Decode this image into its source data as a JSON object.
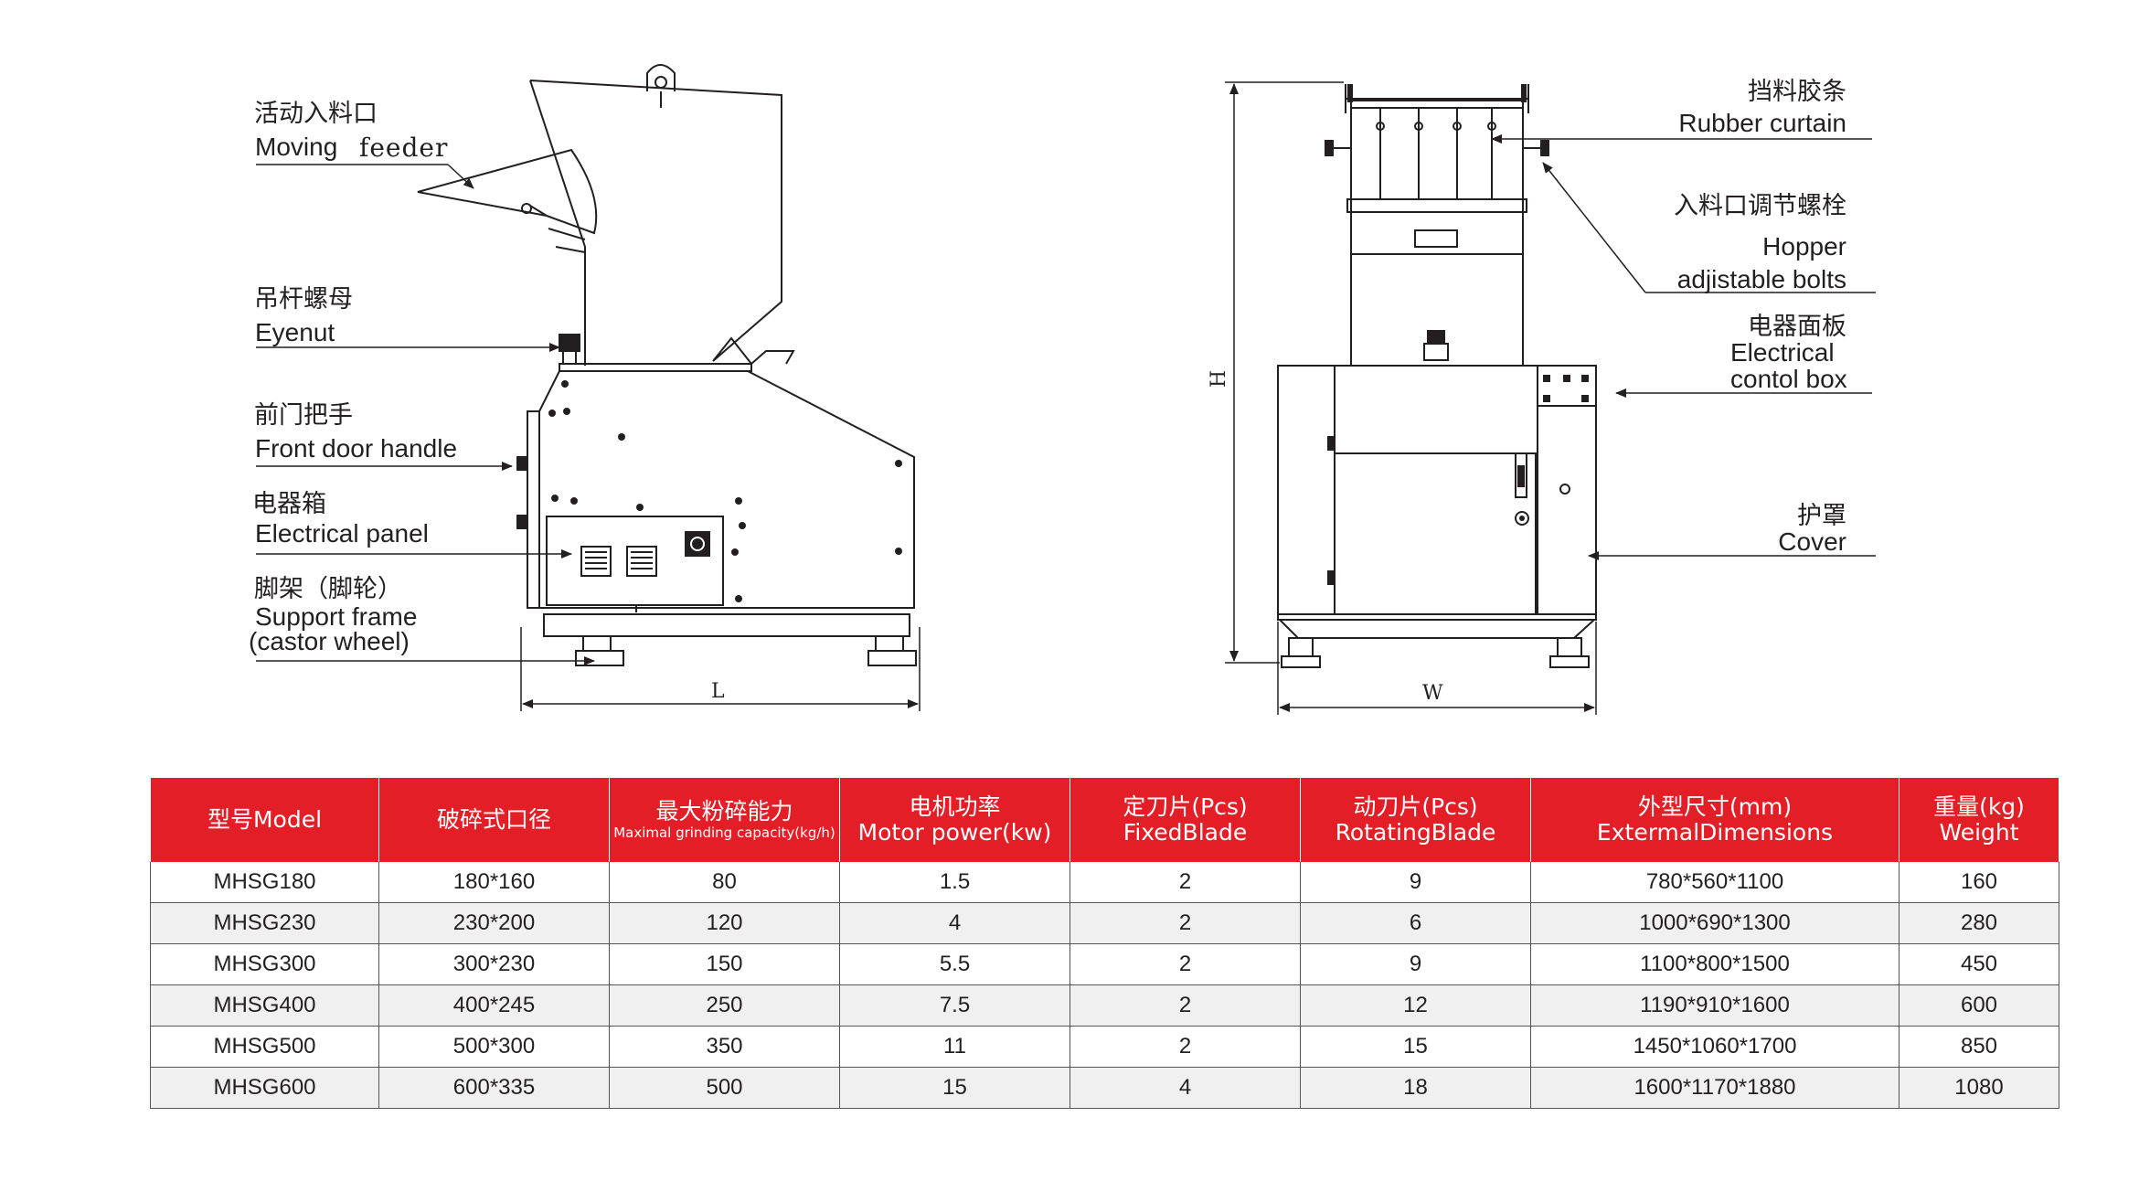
{
  "side_view": {
    "labels": [
      {
        "cn": "活动入料口",
        "en": "Moving",
        "en2": "feeder"
      },
      {
        "cn": "吊杆螺母",
        "en": "Eyenut"
      },
      {
        "cn": "前门把手",
        "en": "Front door handle"
      },
      {
        "cn": "电器箱",
        "en": "Electrical panel"
      },
      {
        "cn": "脚架（脚轮）",
        "en": "Support frame",
        "en2": "(castor wheel)"
      }
    ],
    "dim_length": "L"
  },
  "front_view": {
    "labels": [
      {
        "cn": "挡料胶条",
        "en": "Rubber curtain"
      },
      {
        "cn": "入料口调节螺栓",
        "en": "Hopper",
        "en2": "adjistable bolts"
      },
      {
        "cn": "电器面板",
        "en": "Electrical",
        "en2": "contol box"
      },
      {
        "cn": "护罩",
        "en": "Cover"
      }
    ],
    "dim_height": "H",
    "dim_width": "W"
  },
  "table": {
    "headers": [
      {
        "l1": "型号Model",
        "l2": ""
      },
      {
        "l1": "破碎式口径",
        "l2": ""
      },
      {
        "l1": "最大粉碎能力",
        "l2": "Maximal grinding capacity(kg/h)"
      },
      {
        "l1": "电机功率",
        "l2": "Motor power(kw)"
      },
      {
        "l1": "定刀片(Pcs)",
        "l2": "FixedBlade"
      },
      {
        "l1": "动刀片(Pcs)",
        "l2": "RotatingBlade"
      },
      {
        "l1": "外型尺寸(mm)",
        "l2": "ExtermalDimensions"
      },
      {
        "l1": "重量(kg)",
        "l2": "Weight"
      }
    ],
    "rows": [
      [
        "MHSG180",
        "180*160",
        "80",
        "1.5",
        "2",
        "9",
        "780*560*1100",
        "160"
      ],
      [
        "MHSG230",
        "230*200",
        "120",
        "4",
        "2",
        "6",
        "1000*690*1300",
        "280"
      ],
      [
        "MHSG300",
        "300*230",
        "150",
        "5.5",
        "2",
        "9",
        "1100*800*1500",
        "450"
      ],
      [
        "MHSG400",
        "400*245",
        "250",
        "7.5",
        "2",
        "12",
        "1190*910*1600",
        "600"
      ],
      [
        "MHSG500",
        "500*300",
        "350",
        "11",
        "2",
        "15",
        "1450*1060*1700",
        "850"
      ],
      [
        "MHSG600",
        "600*335",
        "500",
        "15",
        "4",
        "18",
        "1600*1170*1880",
        "1080"
      ]
    ]
  },
  "colors": {
    "header_bg": "#e41e26",
    "header_text": "#ffffff",
    "line": "#231f20",
    "row_shade": "#f0f0f0"
  }
}
